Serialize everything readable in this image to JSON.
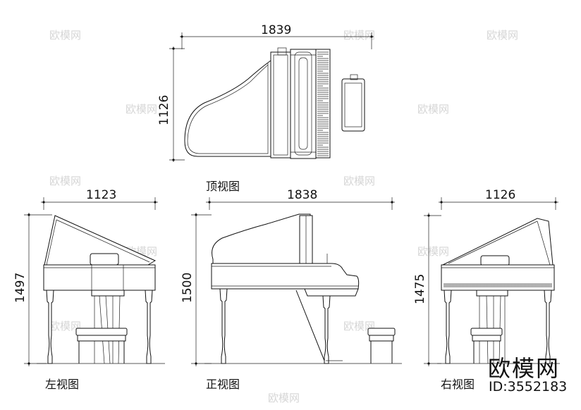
{
  "top_view": {
    "width_dim": "1839",
    "height_dim": "1126",
    "label": "顶视图"
  },
  "left_view": {
    "width_dim": "1123",
    "height_dim": "1497",
    "label": "左视图"
  },
  "front_view": {
    "width_dim": "1838",
    "height_dim": "1500",
    "label": "正视图"
  },
  "right_view": {
    "width_dim": "1126",
    "height_dim": "1475",
    "label": "右视图"
  },
  "watermark": {
    "text": "欧模网",
    "brand": "欧模网",
    "id": "ID:3552183"
  }
}
